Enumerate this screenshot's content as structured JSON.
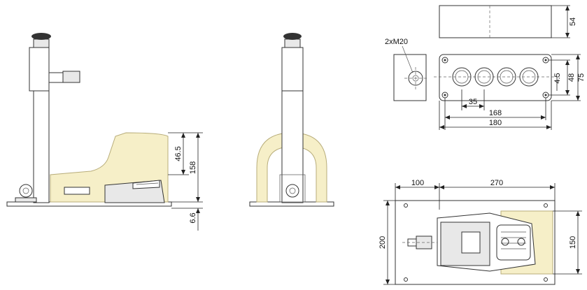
{
  "labels": {
    "height_46_5": "46.5",
    "height_158": "158",
    "height_6_6": "6.6",
    "cable_gland": "2xM20",
    "box_depth_54": "54",
    "box_dim_48": "48",
    "box_dim_75": "75",
    "box_dim_4_5": "4.5",
    "pitch_35": "35",
    "holes_168": "168",
    "box_len_180": "180",
    "base_100": "100",
    "base_270": "270",
    "base_200": "200",
    "base_150": "150"
  }
}
